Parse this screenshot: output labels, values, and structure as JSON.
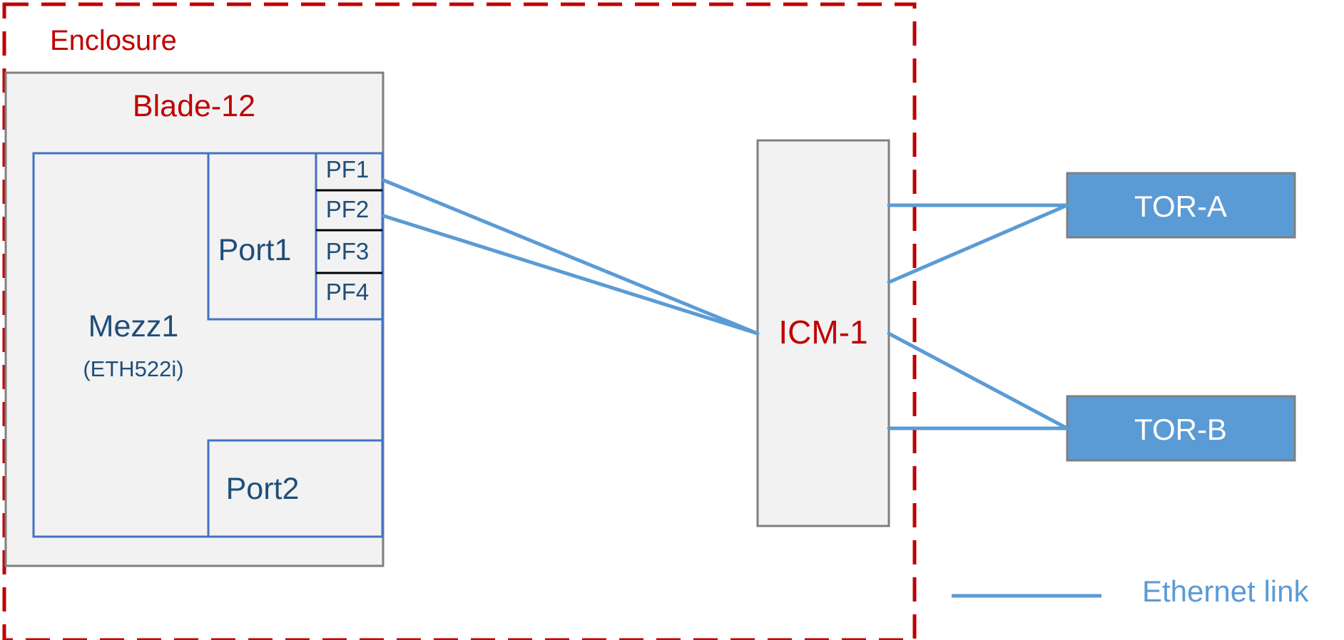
{
  "enclosure": {
    "label": "Enclosure"
  },
  "blade": {
    "label": "Blade-12"
  },
  "mezz": {
    "label": "Mezz1",
    "sublabel": "(ETH522i)"
  },
  "port1": {
    "label": "Port1",
    "pfs": [
      "PF1",
      "PF2",
      "PF3",
      "PF4"
    ]
  },
  "port2": {
    "label": "Port2"
  },
  "icm": {
    "label": "ICM-1"
  },
  "tors": [
    "TOR-A",
    "TOR-B"
  ],
  "legend": {
    "label": "Ethernet link"
  },
  "colors": {
    "enclosure_border": "#c00000",
    "label_red": "#c00000",
    "label_blue": "#1f4e79",
    "link": "#5b9bd5",
    "box_fill": "#f2f2f2",
    "box_border": "#7f7f7f",
    "port_border": "#4472c4",
    "tor_fill": "#5b9bd5"
  }
}
